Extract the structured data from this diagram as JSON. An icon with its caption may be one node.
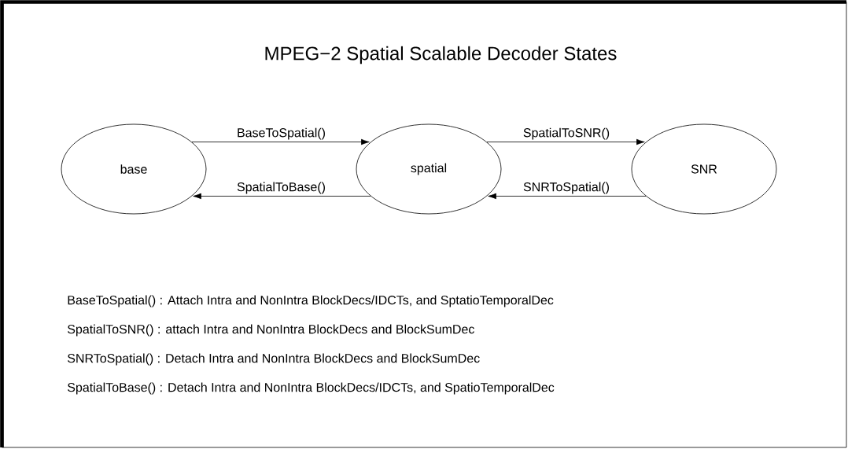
{
  "diagram": {
    "title": "MPEG−2 Spatial Scalable Decoder States",
    "nodes": [
      {
        "text": [
          "base"
        ]
      },
      {
        "text": [
          "spatial"
        ]
      },
      {
        "text": [
          "SNR"
        ]
      }
    ],
    "edges": [
      {
        "from": 0,
        "to": 1,
        "arrow": "to",
        "label": "BaseToSpatial()"
      },
      {
        "from": 1,
        "to": 2,
        "arrow": "to",
        "label": "SpatialToSNR()"
      },
      {
        "from": 1,
        "to": 0,
        "arrow": "to",
        "label": "SpatialToBase()"
      },
      {
        "from": 2,
        "to": 1,
        "arrow": "to",
        "label": "SNRToSpatial()"
      }
    ],
    "labels": [
      "BaseToSpatial() : Attach Intra and NonIntra BlockDecs/IDCTs, and SptatioTemporalDec",
      "SpatialToSNR() : attach Intra and NonIntra BlockDecs and BlockSumDec",
      "SNRToSpatial() : Detach Intra and NonIntra BlockDecs and BlockSumDec",
      "SpatialToBase() : Detach Intra and NonIntra BlockDecs/IDCTs, and SpatioTemporalDec"
    ]
  }
}
